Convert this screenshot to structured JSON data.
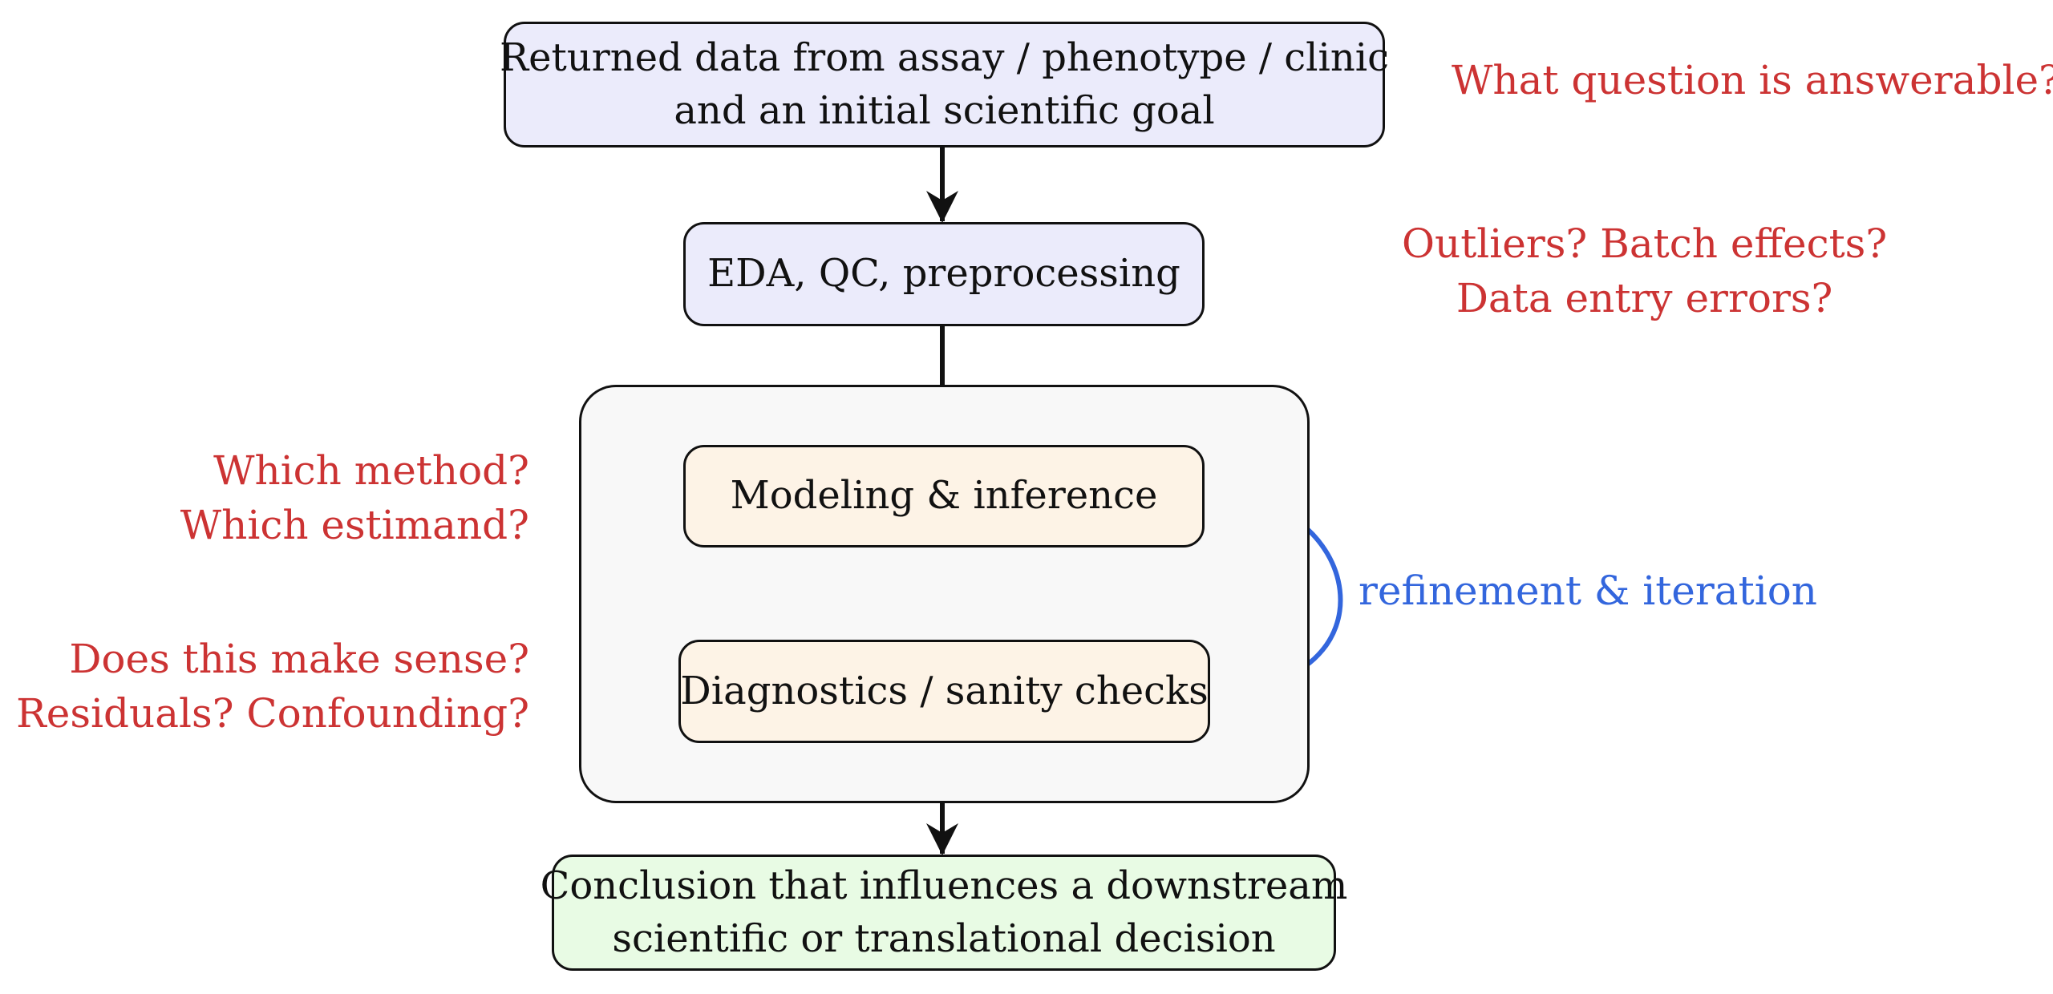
{
  "diagram": {
    "colors": {
      "box_stroke": "#111111",
      "input_fill": "#ebebfb",
      "model_fill": "#fdf3e6",
      "conclusion_fill": "#e8fbe4",
      "group_fill": "#f8f8f8",
      "annotation": "#cc3333",
      "loop": "#3366dd"
    },
    "nodes": {
      "input": {
        "line1": "Returned data from assay / phenotype / clinic",
        "line2": "and an initial scientific goal"
      },
      "eda": {
        "label": "EDA, QC, preprocessing"
      },
      "modeling": {
        "label": "Modeling & inference"
      },
      "diagnostics": {
        "label": "Diagnostics / sanity checks"
      },
      "conclusion": {
        "line1": "Conclusion that influences a downstream",
        "line2": "scientific or translational decision"
      }
    },
    "annotations": {
      "answerable": {
        "line1": "What question is answerable?"
      },
      "outliers": {
        "line1": "Outliers? Batch effects?",
        "line2": "Data entry errors?"
      },
      "method": {
        "line1": "Which method?",
        "line2": "Which estimand?"
      },
      "sense": {
        "line1": "Does this make sense?",
        "line2": "Residuals? Confounding?"
      }
    },
    "loop": {
      "label": "refinement & iteration"
    }
  }
}
